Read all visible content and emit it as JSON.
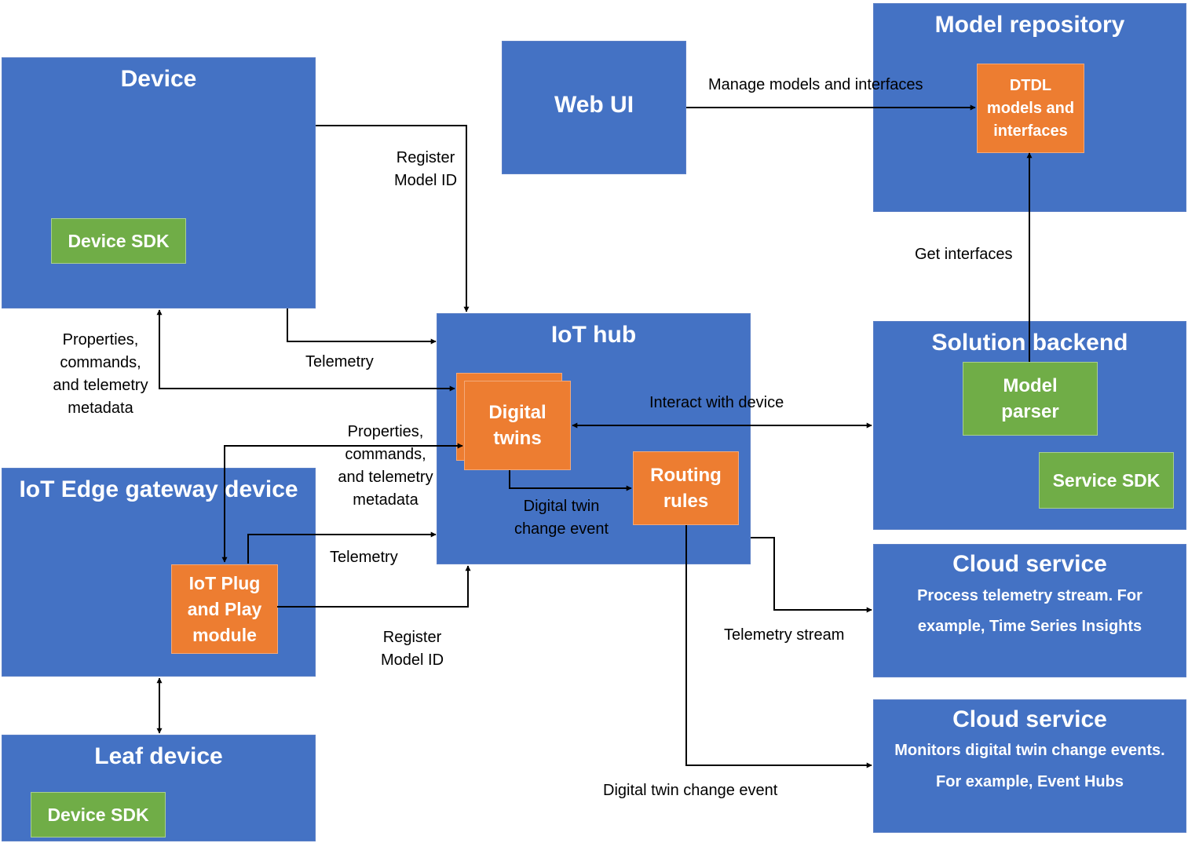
{
  "boxes": {
    "device": {
      "title": "Device",
      "sdk": "Device SDK"
    },
    "web_ui": {
      "title": "Web UI"
    },
    "model_repository": {
      "title": "Model repository",
      "dtdl": "DTDL models and interfaces"
    },
    "iot_hub": {
      "title": "IoT hub",
      "digital_twins": "Digital twins",
      "routing_rules": "Routing rules"
    },
    "solution_backend": {
      "title": "Solution backend",
      "model_parser": "Model parser",
      "service_sdk": "Service SDK"
    },
    "edge_gateway": {
      "title": "IoT Edge gateway device",
      "plug_and_play": "IoT Plug and Play module"
    },
    "leaf_device": {
      "title": "Leaf device",
      "sdk": "Device SDK"
    },
    "cloud_service_1": {
      "title": "Cloud service",
      "line1": "Process telemetry stream. For",
      "line2": "example, Time Series Insights"
    },
    "cloud_service_2": {
      "title": "Cloud service",
      "line1": "Monitors digital twin change events.",
      "line2": "For example, Event Hubs"
    }
  },
  "labels": {
    "manage_models": "Manage models and interfaces",
    "register_model_id_1_l1": "Register",
    "register_model_id_1_l2": "Model ID",
    "get_interfaces": "Get interfaces",
    "props_1_l1": "Properties,",
    "props_1_l2": "commands,",
    "props_1_l3": "and telemetry",
    "props_1_l4": "metadata",
    "telemetry_1": "Telemetry",
    "interact_with_device": "Interact with device",
    "props_2_l1": "Properties,",
    "props_2_l2": "commands,",
    "props_2_l3": "and telemetry",
    "props_2_l4": "metadata",
    "dt_change_event_l1": "Digital twin",
    "dt_change_event_l2": "change event",
    "telemetry_2": "Telemetry",
    "register_model_id_2_l1": "Register",
    "register_model_id_2_l2": "Model ID",
    "telemetry_stream": "Telemetry stream",
    "dt_change_event_bottom": "Digital twin change event"
  },
  "colors": {
    "box_blue": "#4472C4",
    "chip_green": "#70AD47",
    "chip_orange": "#ED7D31",
    "arrow": "#000000"
  }
}
